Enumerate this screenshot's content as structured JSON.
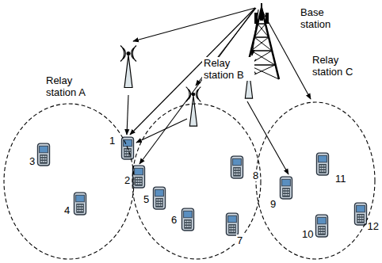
{
  "diagram": {
    "nodes": [
      {
        "text": [
          "Relay station A"
        ]
      },
      {
        "text": [
          "Relay station B"
        ]
      },
      {
        "text": [
          "Relay station C"
        ]
      }
    ],
    "labels": [
      "Base station",
      "1",
      "2",
      "3",
      "4",
      "5",
      "6",
      "7",
      "8",
      "9",
      "10",
      "11",
      "12"
    ]
  }
}
